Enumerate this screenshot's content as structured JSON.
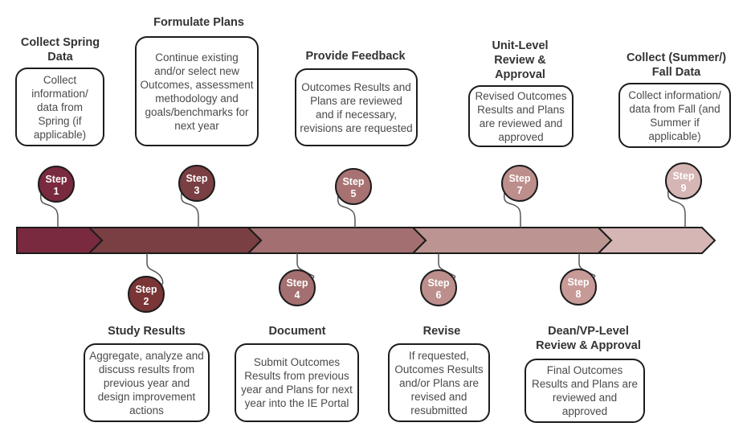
{
  "diagram": {
    "type": "process-timeline",
    "colors": {
      "segments": [
        "#7a2a3e",
        "#7a3f42",
        "#a46f70",
        "#bc9491",
        "#d6b5b5"
      ],
      "circles": [
        "#7a2a3e",
        "#7a3536",
        "#7a3f42",
        "#a46f70",
        "#a87272",
        "#bc8e8c",
        "#bc8e8c",
        "#c79a98",
        "#d6b5b5"
      ],
      "outline": "#1c1c1c",
      "connector": "#555555"
    },
    "steps": [
      {
        "label": "Step",
        "number": "1",
        "title": "Collect Spring Data",
        "description": "Collect information/ data from Spring (if applicable)",
        "position": "above"
      },
      {
        "label": "Step",
        "number": "2",
        "title": "Study Results",
        "description": "Aggregate, analyze and discuss results from previous year and design improvement actions",
        "position": "below"
      },
      {
        "label": "Step",
        "number": "3",
        "title": "Formulate Plans",
        "description": "Continue existing and/or select new Outcomes, assessment methodology and goals/benchmarks for next year",
        "position": "above"
      },
      {
        "label": "Step",
        "number": "4",
        "title": "Document",
        "description": "Submit Outcomes Results from previous year and Plans for next year into the IE Portal",
        "position": "below"
      },
      {
        "label": "Step",
        "number": "5",
        "title": "Provide Feedback",
        "description": "Outcomes Results and Plans are reviewed and if necessary, revisions are requested",
        "position": "above"
      },
      {
        "label": "Step",
        "number": "6",
        "title": "Revise",
        "description": "If requested, Outcomes Results and/or Plans are revised and resubmitted",
        "position": "below"
      },
      {
        "label": "Step",
        "number": "7",
        "title": "Unit-Level Review & Approval",
        "description": "Revised Outcomes Results and Plans are reviewed and approved",
        "position": "above"
      },
      {
        "label": "Step",
        "number": "8",
        "title": "Dean/VP-Level Review & Approval",
        "description": "Final Outcomes Results and Plans are reviewed and approved",
        "position": "below"
      },
      {
        "label": "Step",
        "number": "9",
        "title": "Collect (Summer/) Fall Data",
        "description": "Collect information/ data from Fall (and Summer if applicable)",
        "position": "above"
      }
    ]
  }
}
